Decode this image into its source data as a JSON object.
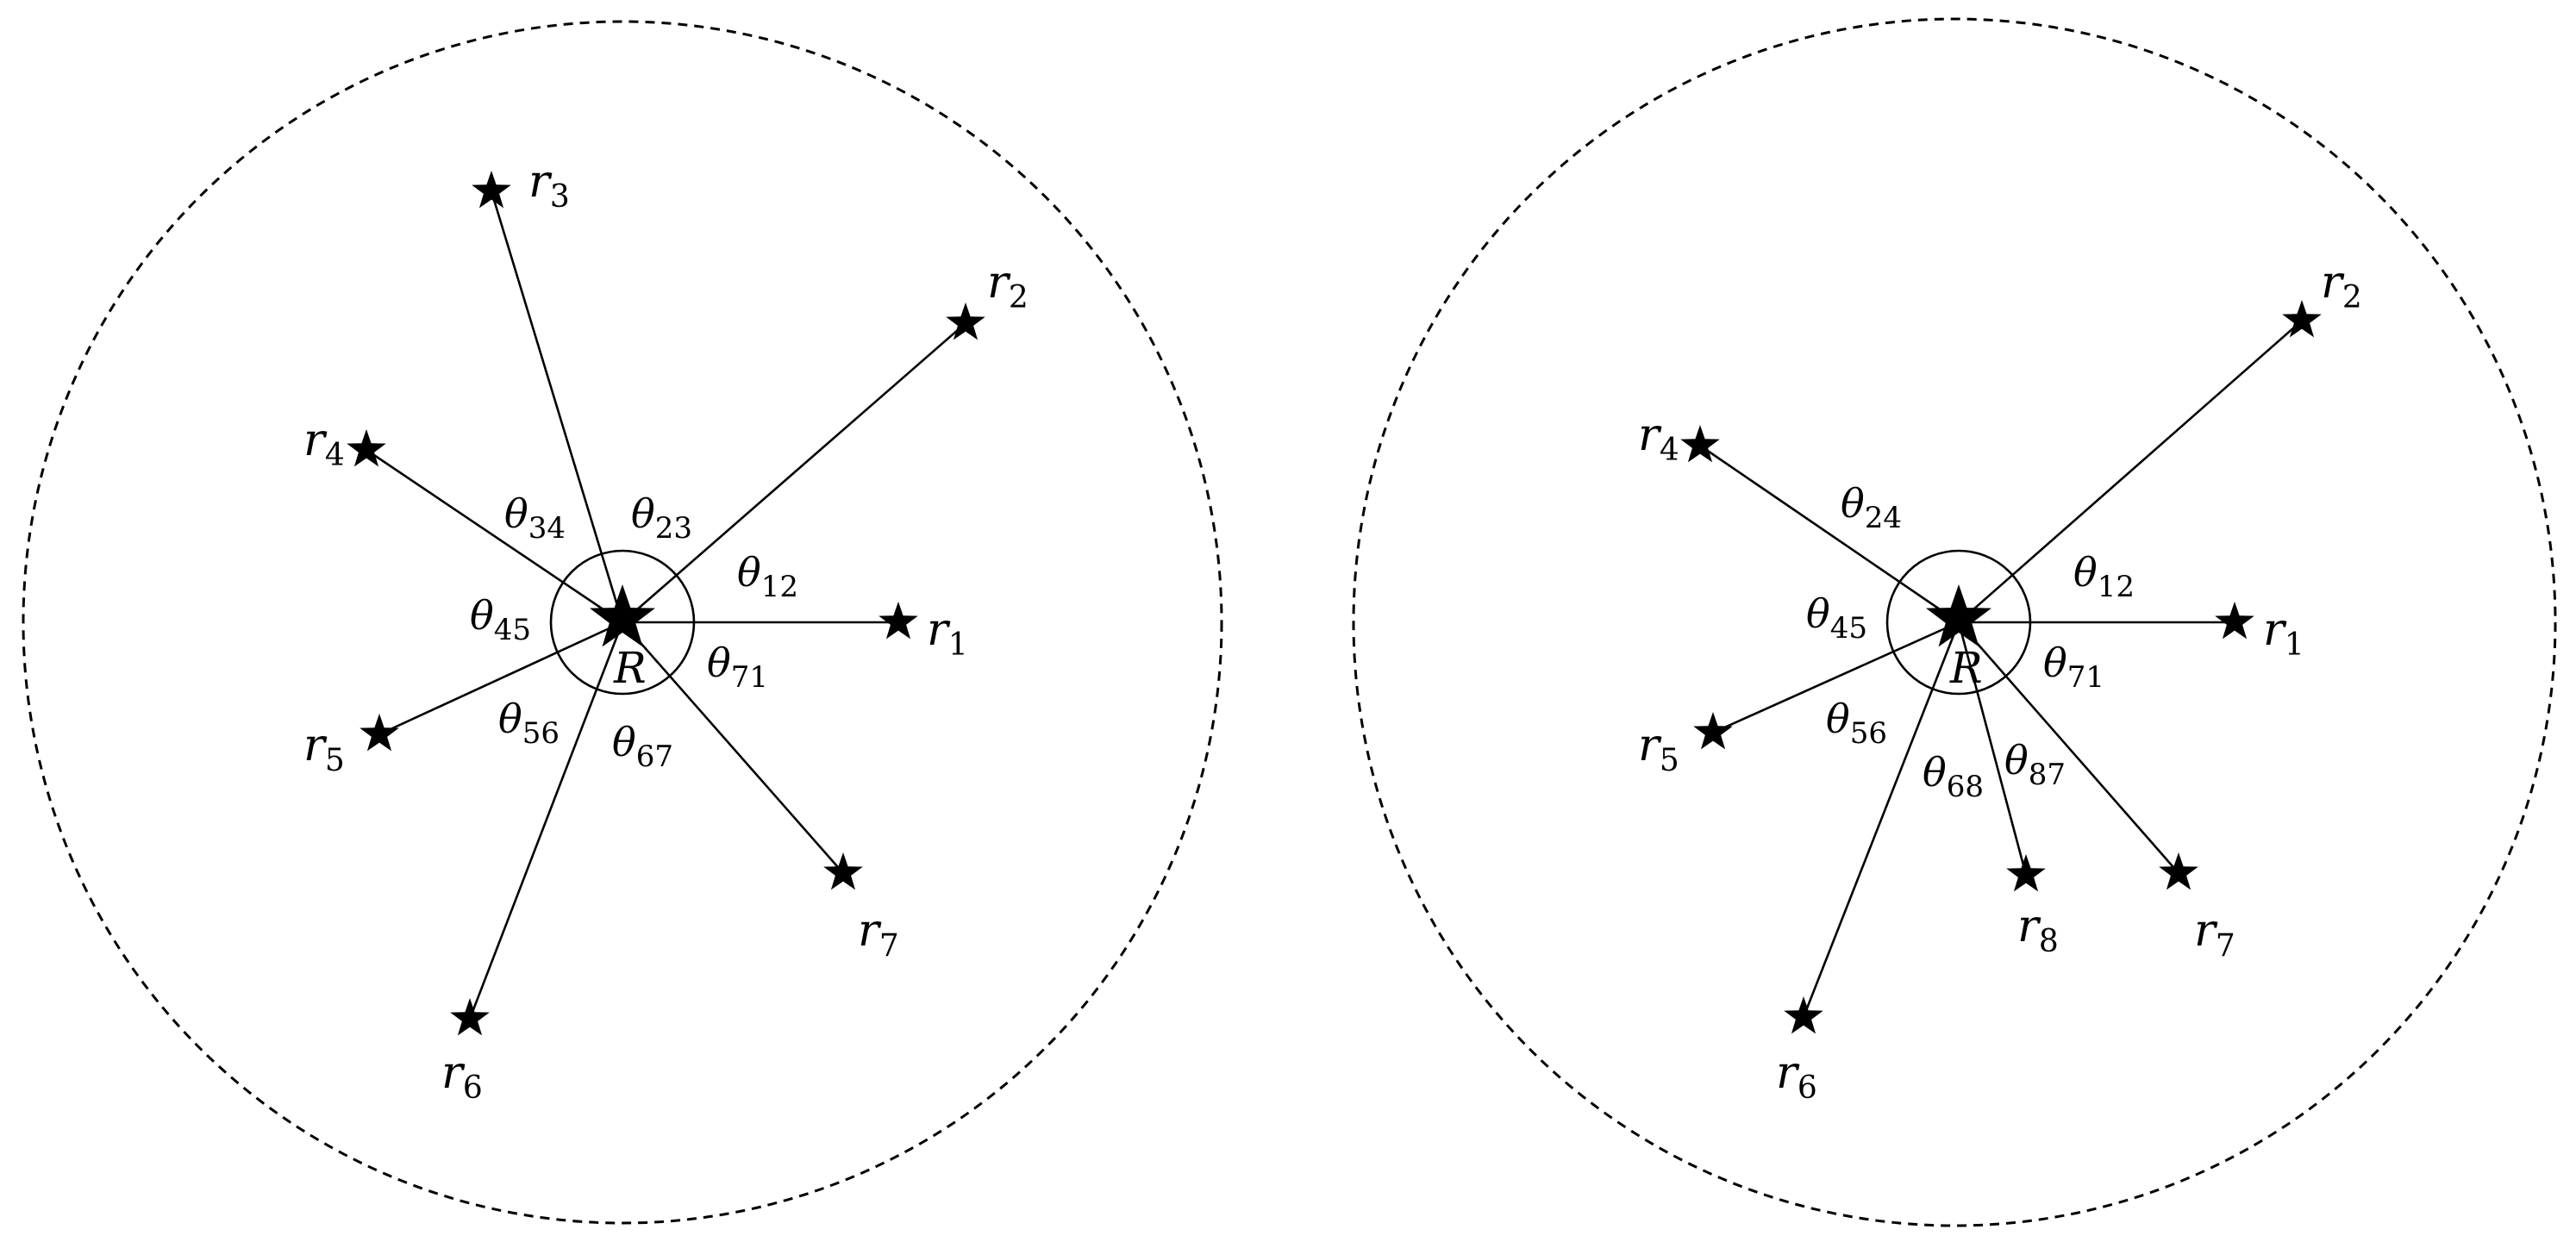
{
  "colors": {
    "ink": "#000000",
    "background": "#ffffff"
  },
  "icons": {
    "center": "star-icon",
    "point": "star-icon"
  },
  "panels": [
    {
      "center_label": "R",
      "points": [
        {
          "base": "r",
          "sub": "1"
        },
        {
          "base": "r",
          "sub": "2"
        },
        {
          "base": "r",
          "sub": "3"
        },
        {
          "base": "r",
          "sub": "4"
        },
        {
          "base": "r",
          "sub": "5"
        },
        {
          "base": "r",
          "sub": "6"
        },
        {
          "base": "r",
          "sub": "7"
        }
      ],
      "angles": [
        {
          "base": "θ",
          "sub": "12"
        },
        {
          "base": "θ",
          "sub": "23"
        },
        {
          "base": "θ",
          "sub": "34"
        },
        {
          "base": "θ",
          "sub": "45"
        },
        {
          "base": "θ",
          "sub": "56"
        },
        {
          "base": "θ",
          "sub": "67"
        },
        {
          "base": "θ",
          "sub": "71"
        }
      ]
    },
    {
      "center_label": "R",
      "points": [
        {
          "base": "r",
          "sub": "1"
        },
        {
          "base": "r",
          "sub": "2"
        },
        {
          "base": "r",
          "sub": "4"
        },
        {
          "base": "r",
          "sub": "5"
        },
        {
          "base": "r",
          "sub": "6"
        },
        {
          "base": "r",
          "sub": "8"
        },
        {
          "base": "r",
          "sub": "7"
        }
      ],
      "angles": [
        {
          "base": "θ",
          "sub": "12"
        },
        {
          "base": "θ",
          "sub": "24"
        },
        {
          "base": "θ",
          "sub": "45"
        },
        {
          "base": "θ",
          "sub": "56"
        },
        {
          "base": "θ",
          "sub": "68"
        },
        {
          "base": "θ",
          "sub": "87"
        },
        {
          "base": "θ",
          "sub": "71"
        }
      ]
    }
  ]
}
